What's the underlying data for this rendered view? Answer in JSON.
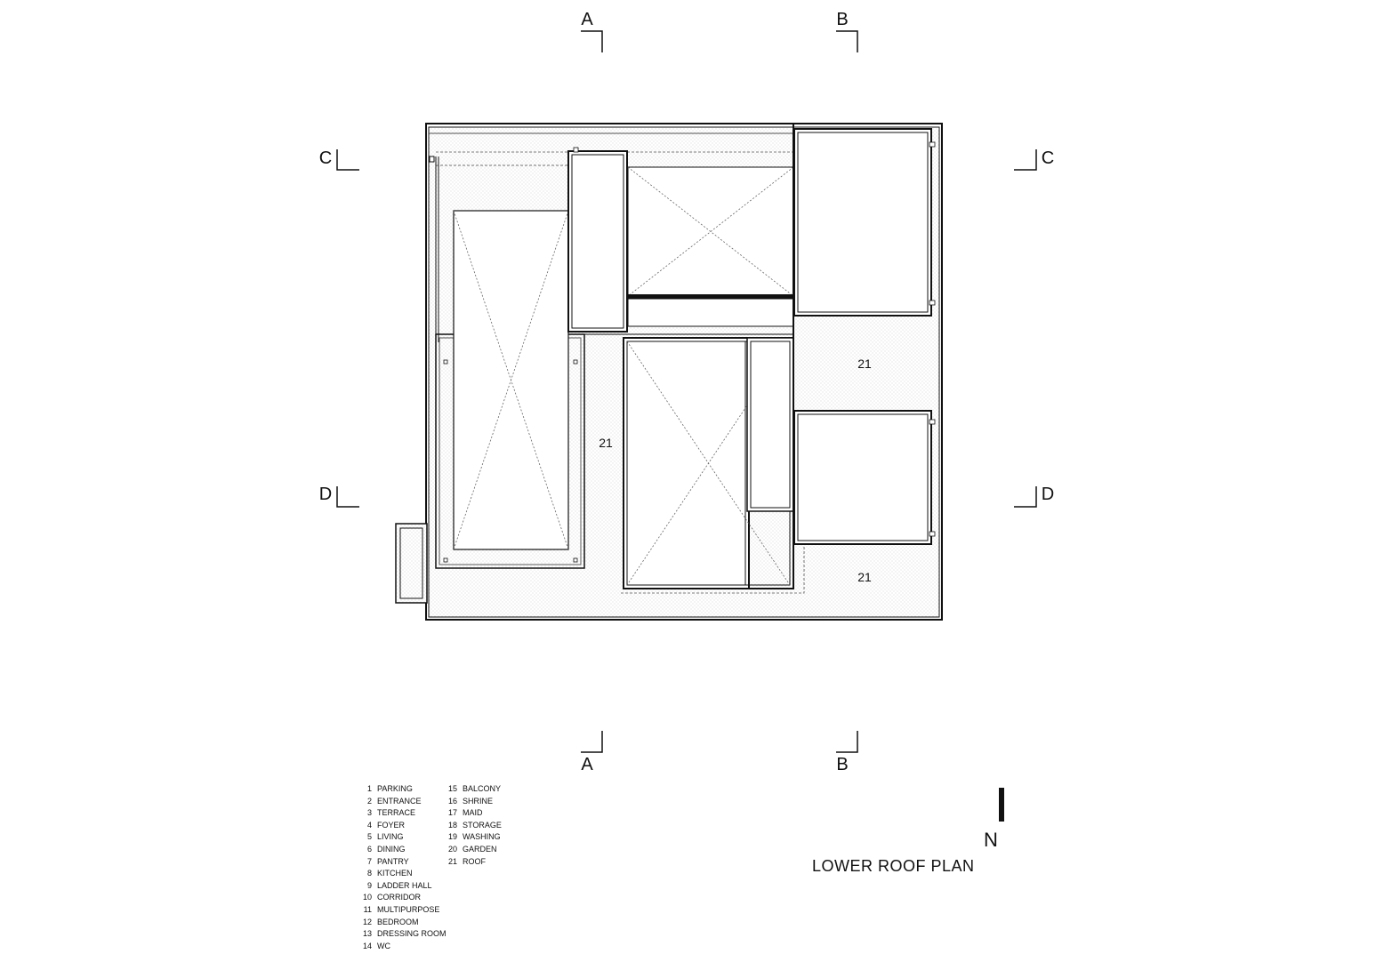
{
  "drawing": {
    "title": "LOWER ROOF PLAN",
    "north_label": "N",
    "section_markers": {
      "a": "A",
      "b": "B",
      "c": "C",
      "d": "D"
    },
    "room_tags": {
      "roof_left": "21",
      "roof_right_mid": "21",
      "roof_right_bottom": "21"
    }
  },
  "legend": {
    "col1": [
      {
        "num": "1",
        "name": "PARKING"
      },
      {
        "num": "2",
        "name": "ENTRANCE"
      },
      {
        "num": "3",
        "name": "TERRACE"
      },
      {
        "num": "4",
        "name": "FOYER"
      },
      {
        "num": "5",
        "name": "LIVING"
      },
      {
        "num": "6",
        "name": "DINING"
      },
      {
        "num": "7",
        "name": "PANTRY"
      },
      {
        "num": "8",
        "name": "KITCHEN"
      },
      {
        "num": "9",
        "name": "LADDER HALL"
      },
      {
        "num": "10",
        "name": "CORRIDOR"
      },
      {
        "num": "11",
        "name": "MULTIPURPOSE"
      },
      {
        "num": "12",
        "name": "BEDROOM"
      },
      {
        "num": "13",
        "name": "DRESSING ROOM"
      },
      {
        "num": "14",
        "name": "WC"
      }
    ],
    "col2": [
      {
        "num": "15",
        "name": "BALCONY"
      },
      {
        "num": "16",
        "name": "SHRINE"
      },
      {
        "num": "17",
        "name": "MAID"
      },
      {
        "num": "18",
        "name": "STORAGE"
      },
      {
        "num": "19",
        "name": "WASHING"
      },
      {
        "num": "20",
        "name": "GARDEN"
      },
      {
        "num": "21",
        "name": "ROOF"
      }
    ]
  }
}
